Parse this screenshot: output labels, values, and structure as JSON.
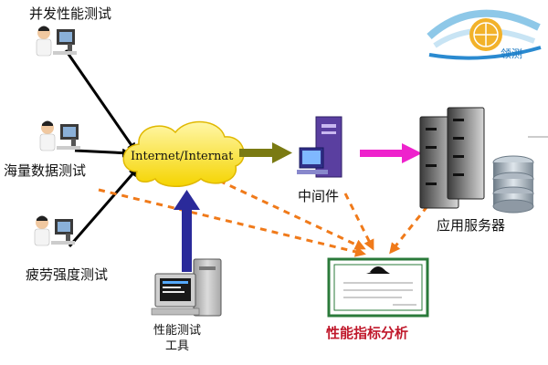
{
  "labels": {
    "concurrency_test": "并发性能测试",
    "massive_data_test": "海量数据测试",
    "fatigue_test": "疲劳强度测试",
    "cloud": "Internet/Internat",
    "middleware": "中间件",
    "app_server": "应用服务器",
    "perf_tool": "性能测试工具",
    "perf_analysis": "性能指标分析"
  },
  "logo": {
    "text": "领测"
  },
  "colors": {
    "black_arrow": "#000000",
    "olive_arrow": "#7a7a12",
    "magenta_arrow": "#ee22cc",
    "blue_arrow": "#2a2a9a",
    "orange_dash": "#f07a1a",
    "cloud_fill": "#ffe633",
    "cert_border": "#2a7a3a",
    "analysis_text": "#c0182b"
  }
}
